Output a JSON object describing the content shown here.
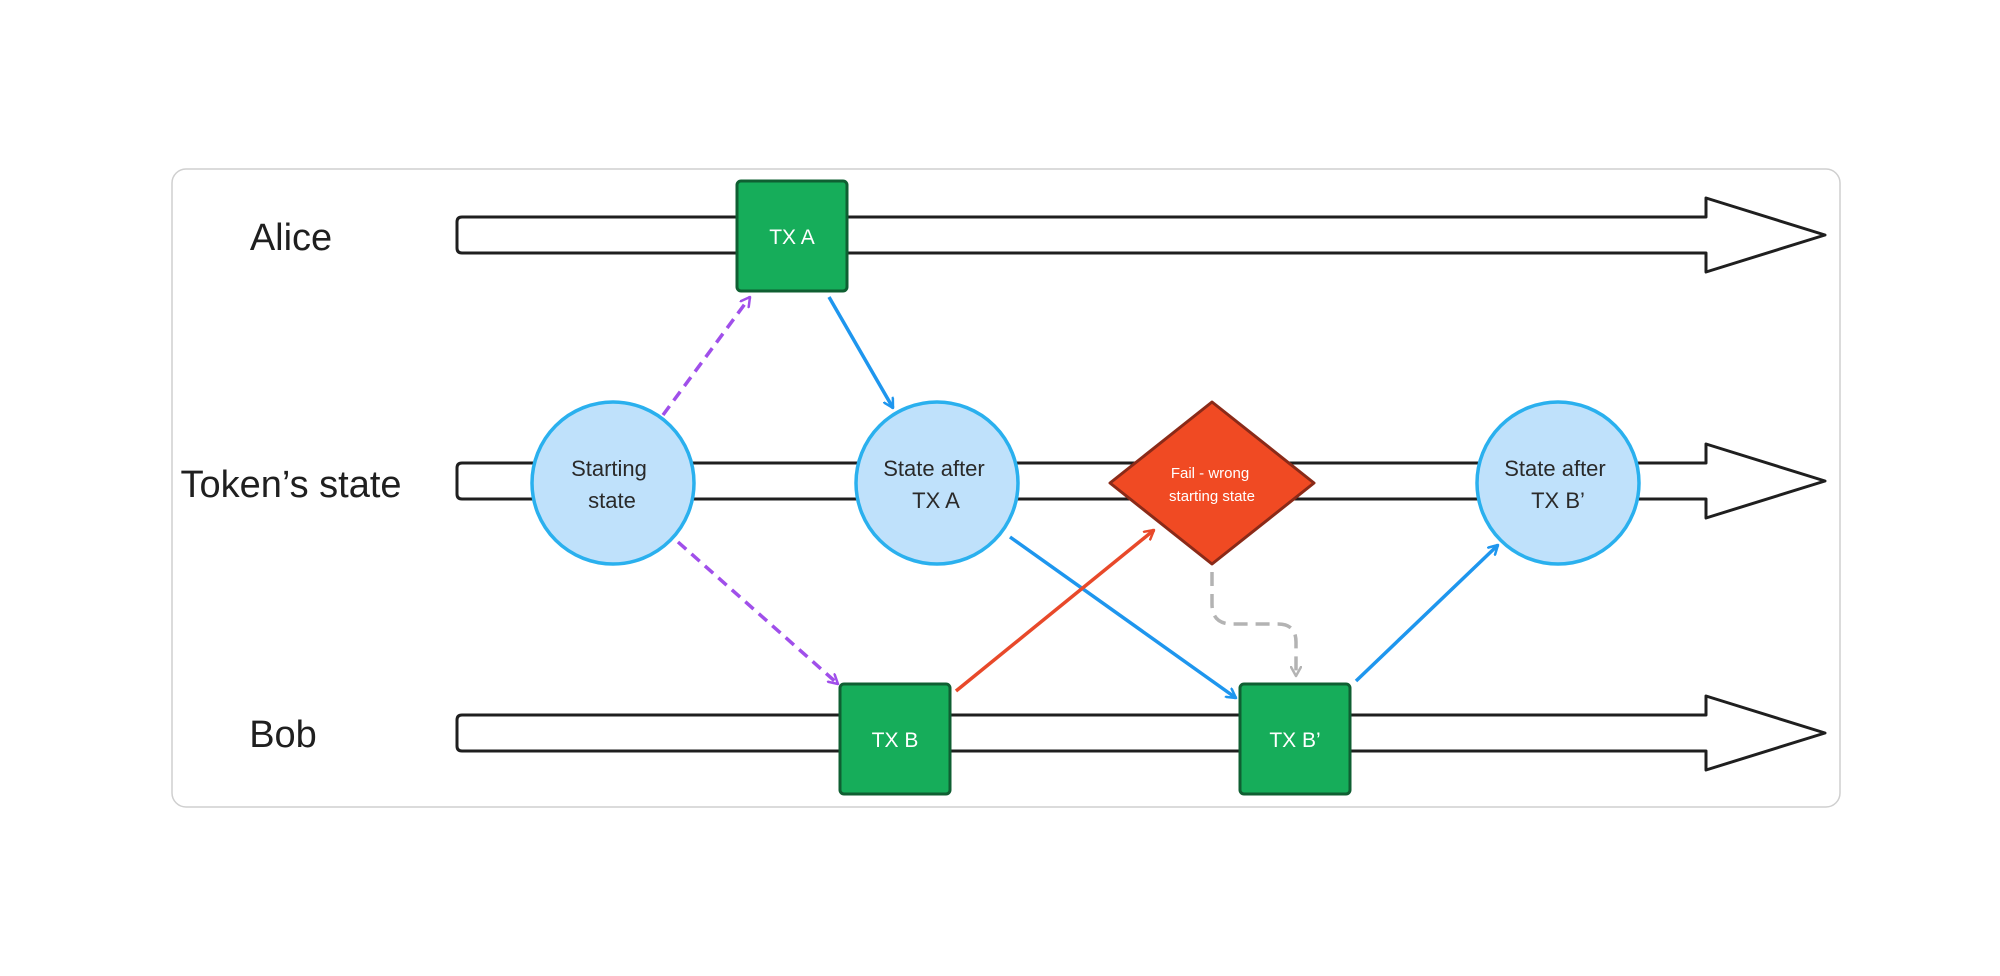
{
  "lanes": {
    "alice": "Alice",
    "token": "Token’s state",
    "bob": "Bob"
  },
  "states": {
    "starting": [
      "Starting",
      "state"
    ],
    "after_tx_a": [
      "State after",
      "TX A"
    ],
    "after_tx_b_prime": [
      "State after",
      "TX B’"
    ]
  },
  "transactions": {
    "tx_a": "TX A",
    "tx_b": "TX B",
    "tx_b_prime": "TX B’"
  },
  "fail": [
    "Fail - wrong",
    "starting state"
  ],
  "colors": {
    "tx_box": "#16ad5a",
    "state_circle_fill": "#bfe1fb",
    "state_circle_stroke": "#2ab0ee",
    "fail": "#f04a23",
    "arrow_blue": "#1e96ee",
    "arrow_purple": "#a04fea",
    "arrow_red": "#e8492a",
    "arrow_gray": "#b3b3b3"
  }
}
